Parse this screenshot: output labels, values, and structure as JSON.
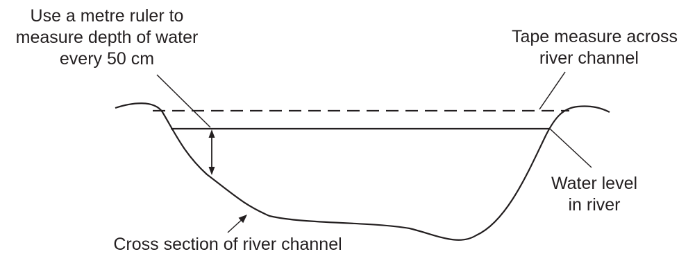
{
  "diagram": {
    "colors": {
      "ink": "#231f20",
      "background": "#ffffff"
    },
    "labels": {
      "ruler": {
        "line1": "Use a metre ruler to",
        "line2": "measure depth of water",
        "line3": "every 50 cm"
      },
      "tape": {
        "line1": "Tape measure across",
        "line2": "river channel"
      },
      "water": {
        "line1": "Water level",
        "line2": "in river"
      },
      "cross_section": "Cross section of river channel"
    }
  }
}
